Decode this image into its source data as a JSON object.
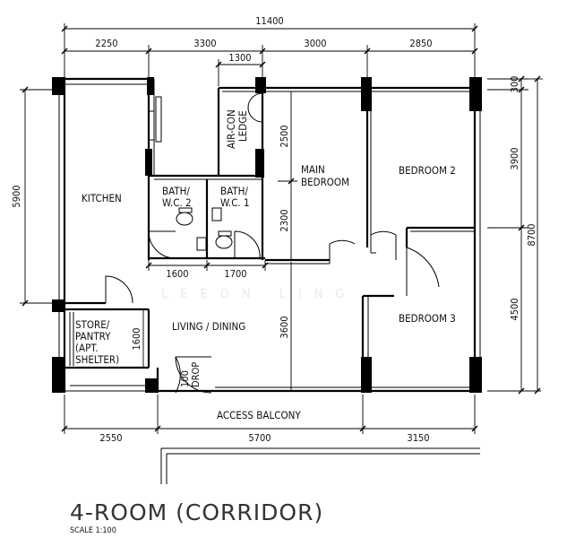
{
  "plan": {
    "title": "4-ROOM (CORRIDOR)",
    "scale": "SCALE  1:100",
    "watermark": "LEEON LING",
    "rooms": {
      "kitchen": "KITCHEN",
      "bath2": [
        "BATH/",
        "W.C. 2"
      ],
      "bath1": [
        "BATH/",
        "W.C. 1"
      ],
      "aircon": [
        "AIR-CON",
        "LEDGE"
      ],
      "main_bedroom": [
        "MAIN",
        "BEDROOM"
      ],
      "bedroom2": "BEDROOM 2",
      "bedroom3": "BEDROOM 3",
      "living": "LIVING / DINING",
      "store": [
        "STORE/",
        "PANTRY",
        "(APT.",
        "SHELTER)"
      ],
      "access_balcony": "ACCESS BALCONY",
      "drop": [
        "100",
        "DROP"
      ]
    },
    "dimensions": {
      "overall_top": "11400",
      "top": [
        "2250",
        "3300",
        "3000",
        "2850"
      ],
      "aircon_width": "1300",
      "left": "5900",
      "right_total": "8700",
      "right": [
        "300",
        "3900",
        "4500"
      ],
      "main_bed_a": "2500",
      "main_bed_b": "2300",
      "living_depth": "3600",
      "store_depth": "1600",
      "bath_widths": [
        "1600",
        "1700"
      ],
      "bottom": [
        "2550",
        "5700",
        "3150"
      ]
    }
  }
}
